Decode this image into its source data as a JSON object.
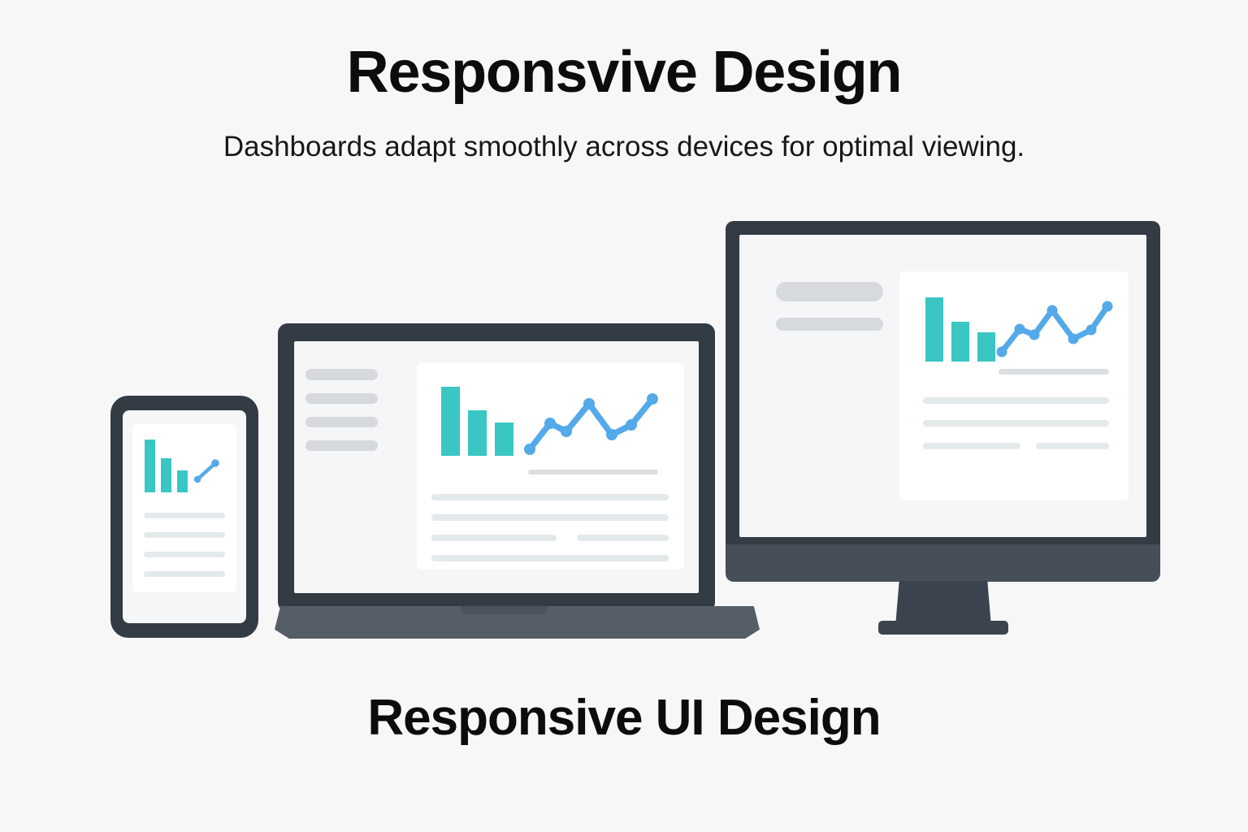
{
  "page": {
    "background_color": "#f7f7f8",
    "title": "Responsvive Design",
    "subtitle": "Dashboards adapt smoothly across devices for optimal viewing.",
    "caption": "Responsive UI Design"
  },
  "palette": {
    "bar_teal": "#3ac6c3",
    "line_blue": "#54a9e8",
    "device_frame": "#333b45",
    "device_chin": "#464e59",
    "laptop_deck": "#555d67",
    "placeholder_nav": "#d6dade",
    "placeholder_text": "#e4e9ec",
    "axis_gray": "#dcdfe2",
    "card_white": "#ffffff",
    "screen_white": "#f5f6f7",
    "heading_black": "#0c0c0d"
  },
  "devices": [
    {
      "id": "desktop-monitor",
      "name": "Desktop monitor",
      "nav_items": 2,
      "card": {
        "text_rows": 3,
        "split_row_index": 2
      }
    },
    {
      "id": "laptop",
      "name": "Laptop",
      "nav_items": 4,
      "card": {
        "text_rows": 4,
        "split_row_index": 2
      }
    },
    {
      "id": "phone",
      "name": "Smartphone",
      "nav_items": 0,
      "card": {
        "text_rows": 4,
        "split_row_index": -1
      }
    }
  ],
  "chart_data": [
    {
      "id": "monitor-bar-chart",
      "type": "bar",
      "title": "",
      "xlabel": "",
      "ylabel": "",
      "categories": [
        "1",
        "2",
        "3"
      ],
      "values": [
        100,
        62,
        45
      ],
      "ylim": [
        0,
        100
      ],
      "color": "#3ac6c3",
      "grid": false,
      "legend": "none"
    },
    {
      "id": "monitor-line-chart",
      "type": "line",
      "title": "",
      "xlabel": "",
      "ylabel": "",
      "x": [
        0,
        1,
        2,
        3,
        4,
        5,
        6
      ],
      "values": [
        18,
        62,
        50,
        96,
        45,
        100,
        88
      ],
      "ylim": [
        0,
        100
      ],
      "color": "#54a9e8",
      "markers": true,
      "grid": false,
      "legend": "none"
    },
    {
      "id": "laptop-bar-chart",
      "type": "bar",
      "title": "",
      "xlabel": "",
      "ylabel": "",
      "categories": [
        "1",
        "2",
        "3"
      ],
      "values": [
        100,
        66,
        48
      ],
      "ylim": [
        0,
        100
      ],
      "color": "#3ac6c3",
      "grid": false,
      "legend": "none"
    },
    {
      "id": "laptop-line-chart",
      "type": "line",
      "title": "",
      "xlabel": "",
      "ylabel": "",
      "x": [
        0,
        1,
        2,
        3,
        4,
        5,
        6
      ],
      "values": [
        18,
        62,
        50,
        96,
        45,
        100,
        88
      ],
      "ylim": [
        0,
        100
      ],
      "color": "#54a9e8",
      "markers": true,
      "grid": false,
      "legend": "none"
    },
    {
      "id": "phone-bar-chart",
      "type": "bar",
      "title": "",
      "xlabel": "",
      "ylabel": "",
      "categories": [
        "1",
        "2",
        "3"
      ],
      "values": [
        100,
        63,
        42
      ],
      "ylim": [
        0,
        100
      ],
      "color": "#3ac6c3",
      "grid": false,
      "legend": "none"
    },
    {
      "id": "phone-line-chart",
      "type": "line",
      "title": "",
      "xlabel": "",
      "ylabel": "",
      "x": [
        0,
        1
      ],
      "values": [
        20,
        80
      ],
      "ylim": [
        0,
        100
      ],
      "color": "#54a9e8",
      "markers": true,
      "grid": false,
      "legend": "none"
    }
  ]
}
